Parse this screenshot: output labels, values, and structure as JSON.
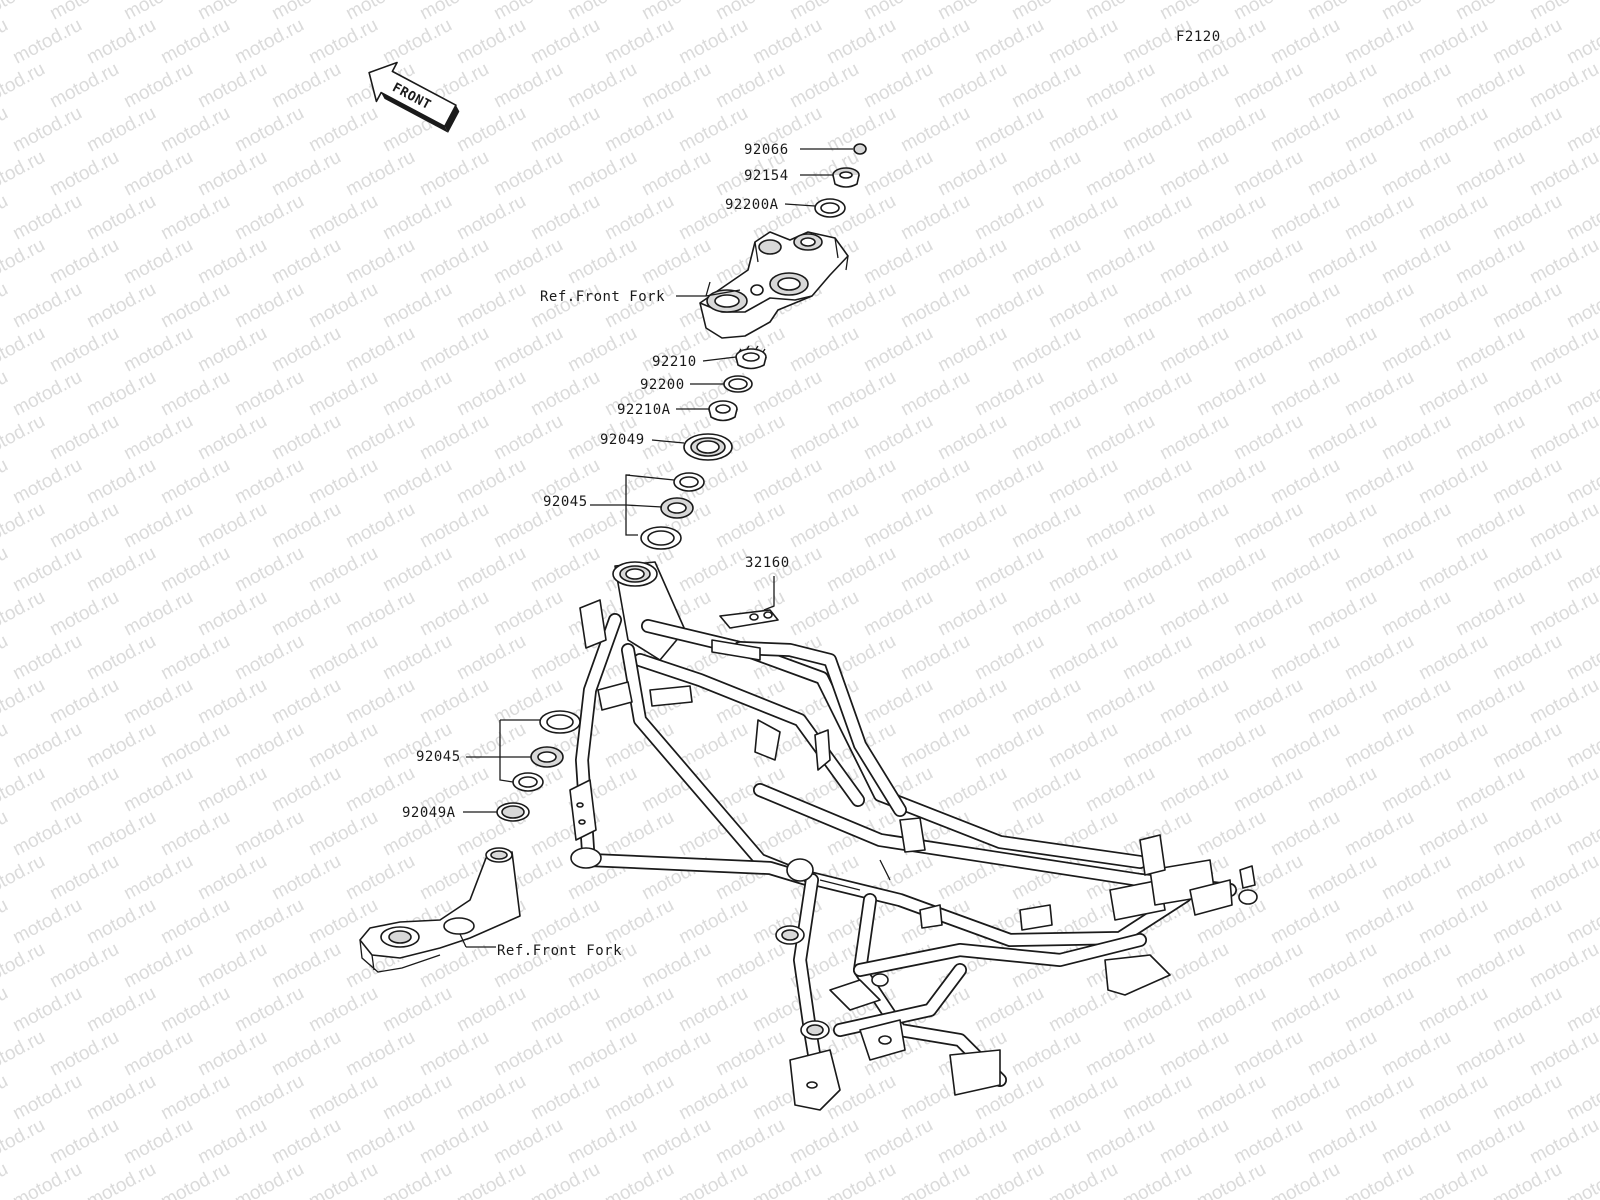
{
  "diagram_code": "F2120",
  "front_arrow_label": "FRONT",
  "watermark_text": "motod.ru",
  "labels": {
    "p92066": "92066",
    "p92154": "92154",
    "p92200A": "92200A",
    "ref_front_fork_upper": "Ref.Front Fork",
    "p92210": "92210",
    "p92200": "92200",
    "p92210A": "92210A",
    "p92049": "92049",
    "p92045_upper": "92045",
    "p32160": "32160",
    "p92045_lower": "92045",
    "p92049A": "92049A",
    "ref_front_fork_lower": "Ref.Front Fork"
  },
  "colors": {
    "line": "#1a1a1a",
    "watermark": "#cfcfcf",
    "background": "#ffffff"
  }
}
